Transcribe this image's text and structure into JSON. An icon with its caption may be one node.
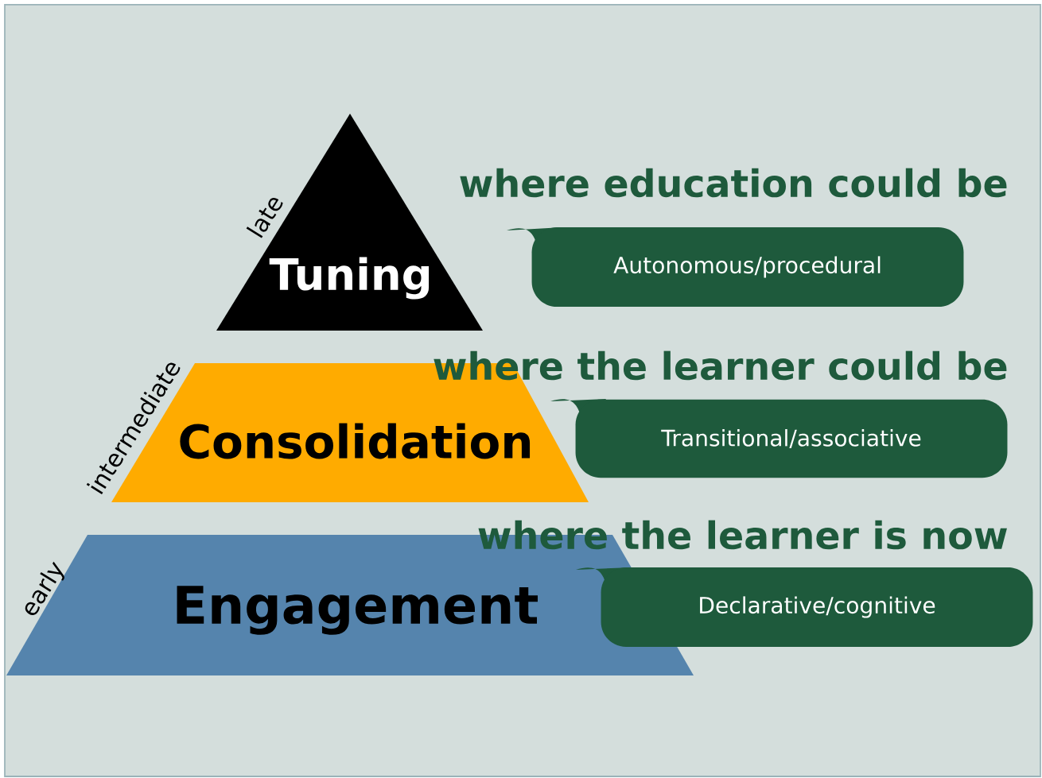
{
  "diagram": {
    "nodes": [
      {
        "text": [
          "Tuning"
        ],
        "beside": [
          "late"
        ]
      },
      {
        "text": [
          "Consolidation"
        ],
        "beside": [
          "intermediate"
        ]
      },
      {
        "text": [
          "Engagement"
        ],
        "beside": [
          "early"
        ]
      },
      {
        "text": [
          "Autonomous/procedural"
        ]
      },
      {
        "text": [
          "Transitional/associative"
        ]
      },
      {
        "text": [
          "Declarative/cognitive"
        ]
      }
    ],
    "labels": [
      "where education could be",
      "where the learner could be",
      "where the learner is now"
    ]
  }
}
